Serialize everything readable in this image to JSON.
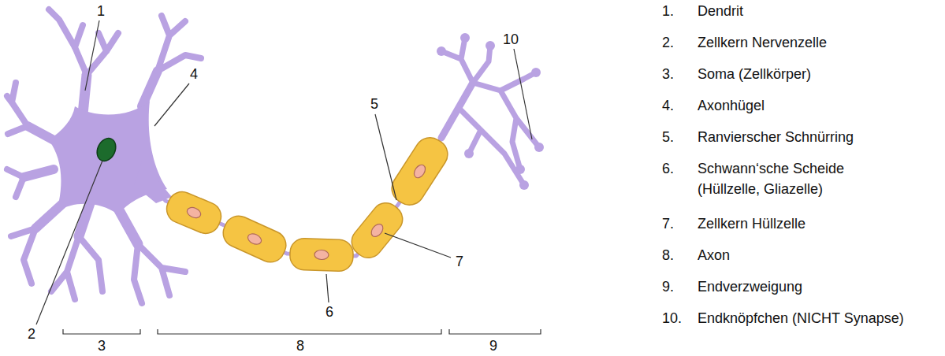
{
  "diagram": {
    "labels": [
      "1",
      "2",
      "3",
      "4",
      "5",
      "6",
      "7",
      "8",
      "9",
      "10",
      "1.",
      "Dendrit",
      "2.",
      "Zellkern Nervenzelle",
      "3.",
      "Soma (Zellkörper)",
      "4.",
      "Axonhügel",
      "5.",
      "Ranvierscher Schnürring",
      "6.",
      "Schwann‘sche Scheide (Hüllzelle, Gliazelle)",
      "7.",
      "Zellkern Hüllzelle",
      "8.",
      "Axon",
      "9.",
      "Endverzweigung",
      "10.",
      "Endknöpfchen (NICHT Synapse)"
    ]
  }
}
